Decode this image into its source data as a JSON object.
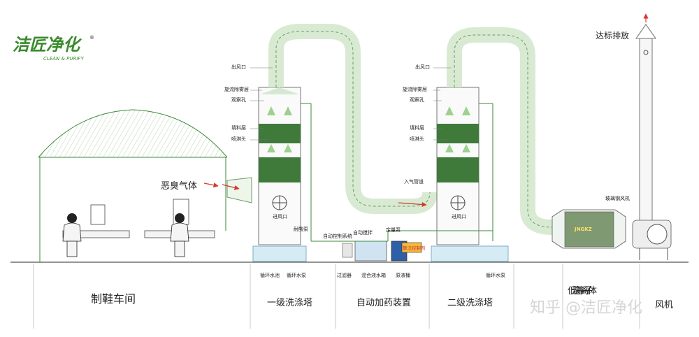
{
  "logo": {
    "name": "洁匠净化",
    "sub": "CLEAN & PURIFY",
    "registered": "®"
  },
  "top_label": "达标排放",
  "odor_label": "恶臭气体",
  "tower1": {
    "outlet": "出风口",
    "demister": "旋流除雾层",
    "window": "观察孔",
    "packing": "填料层",
    "nozzle": "喷淋头",
    "inlet": "进风口",
    "acid_pump": "耐酸泵",
    "pool": "循环水池",
    "pump": "循环水泵"
  },
  "dosing": {
    "control": "自动控制系统",
    "mixer": "自动搅拌",
    "dosing_pump": "定量泵",
    "ctrl_panel": "算法控制剂",
    "filter": "过滤器",
    "mix_tank": "混合液水箱",
    "raw_tank": "原液桶"
  },
  "tower2": {
    "outlet": "出风口",
    "demister": "旋流除雾层",
    "window": "观察孔",
    "packing": "填料层",
    "nozzle": "喷淋头",
    "inlet": "进风口",
    "air_pipe": "入气管道",
    "pump": "循环水泵"
  },
  "plasma_brand": "JNGKZ",
  "fan_label": "玻璃钢风机",
  "sections": [
    "制鞋车间",
    "一级洗涤塔",
    "自动加药装置",
    "二级洗涤塔",
    "低温等离子体",
    "风机"
  ],
  "watermark": "知乎 @洁匠净化",
  "colors": {
    "brand_green": "#3a8a2e",
    "accent_orange": "#e8a020",
    "arrow_red": "#d23b2b"
  }
}
